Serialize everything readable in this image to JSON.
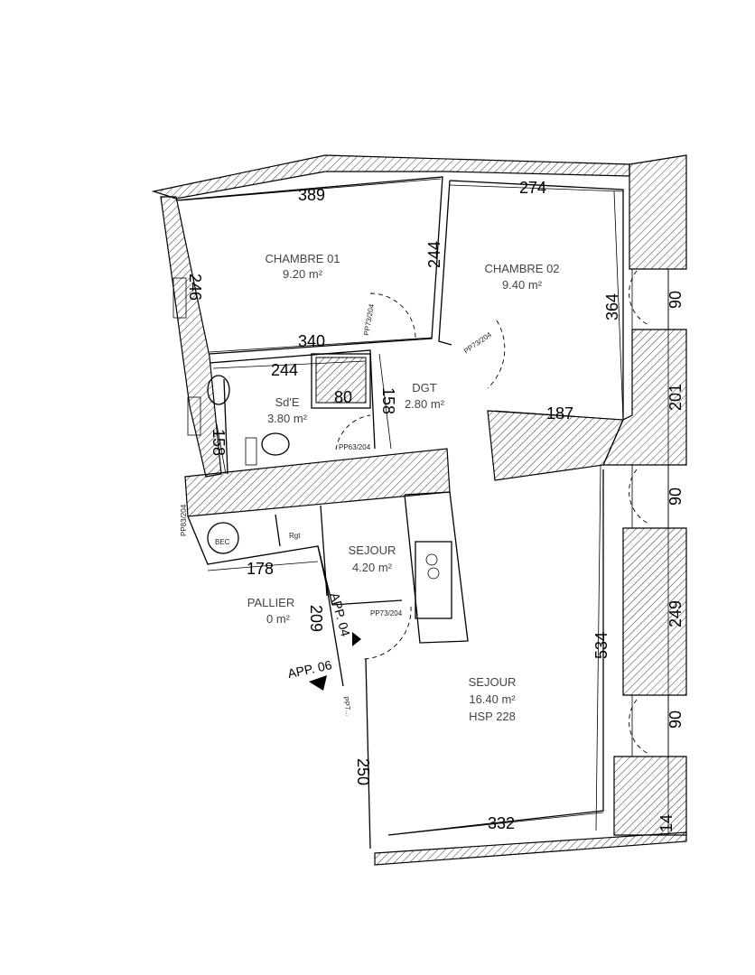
{
  "rooms": {
    "chambre01": {
      "name": "CHAMBRE 01",
      "area": "9.20 m²"
    },
    "chambre02": {
      "name": "CHAMBRE 02",
      "area": "9.40 m²"
    },
    "dgt": {
      "name": "DGT",
      "area": "2.80 m²"
    },
    "sde": {
      "name": "Sd'E",
      "area": "3.80 m²"
    },
    "sejour_small": {
      "name": "SEJOUR",
      "area": "4.20 m²"
    },
    "pallier": {
      "name": "PALLIER",
      "area": "0 m²"
    },
    "sejour": {
      "name": "SEJOUR",
      "area": "16.40 m²",
      "hsp": "HSP 228"
    }
  },
  "dimensions": [
    "389",
    "274",
    "246",
    "244",
    "364",
    "90",
    "340",
    "244",
    "80",
    "158",
    "201",
    "187",
    "158",
    "90",
    "178",
    "209",
    "534",
    "249",
    "90",
    "250",
    "332",
    "14"
  ],
  "labels": {
    "door1": "PP73/204",
    "door2": "PP73/204",
    "door3": "PP63/204",
    "door4": "PP83/204",
    "door5": "PP73/204",
    "door6": "PP7...",
    "rgt": "Rgt",
    "bec": "BEC",
    "app04": "APP. 04",
    "app06": "APP. 06"
  }
}
